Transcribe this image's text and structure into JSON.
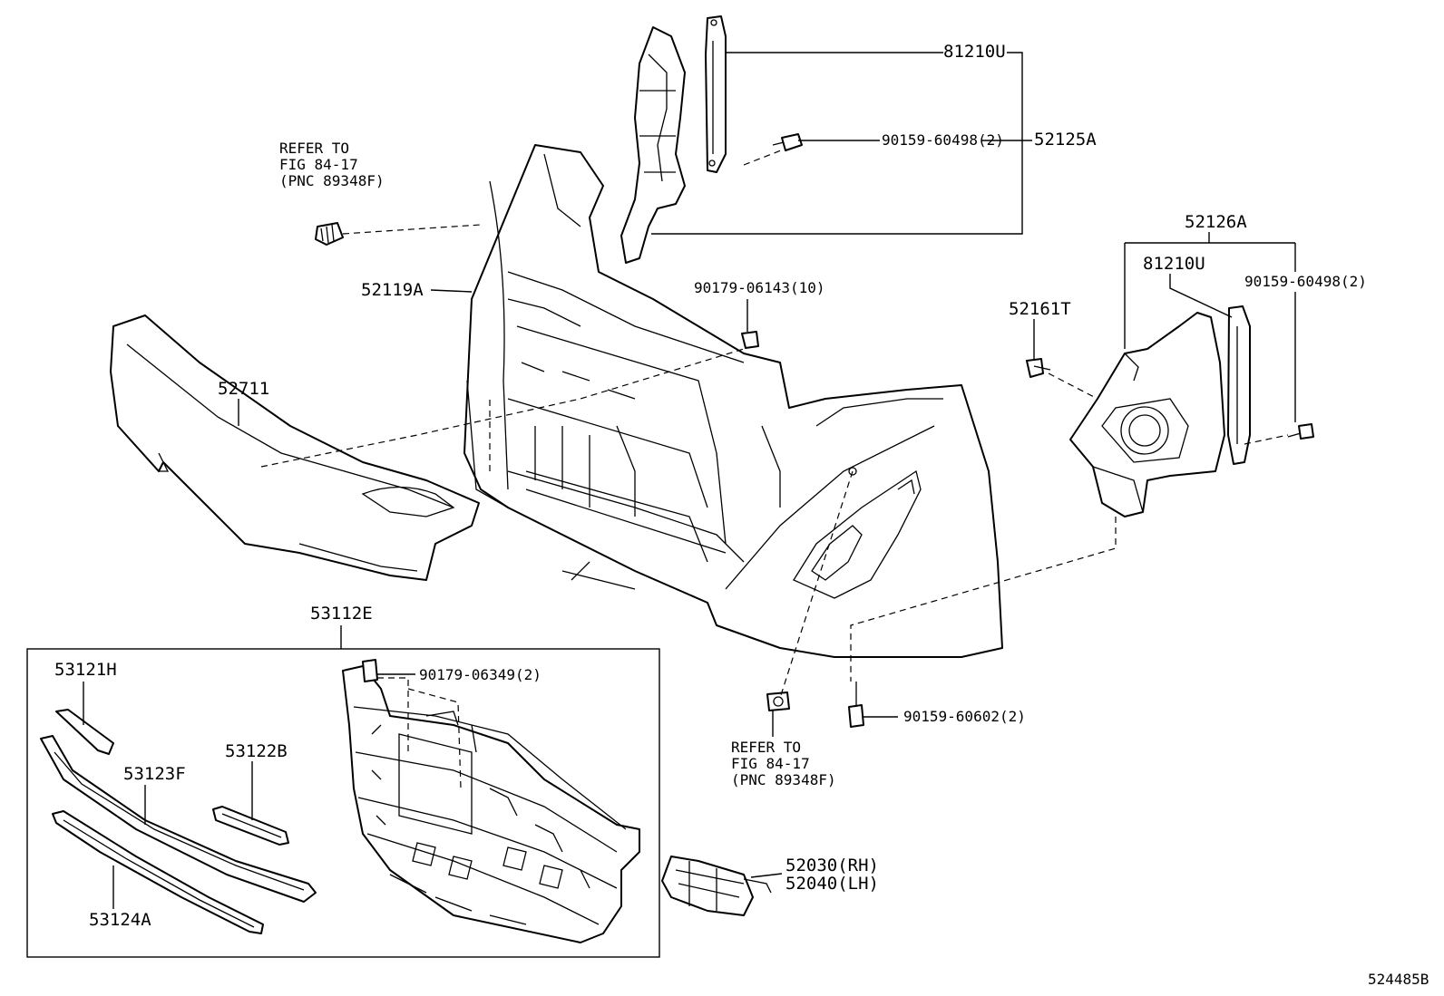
{
  "diagram_id": "524485B",
  "labels": {
    "p81210U_top": "81210U",
    "p90159_60498_top": "90159-60498(2)",
    "p52125A": "52125A",
    "p52119A": "52119A",
    "p90179_06143": "90179-06143(10)",
    "p52711": "52711",
    "p52126A": "52126A",
    "p81210U_right": "81210U",
    "p90159_60498_right": "90159-60498(2)",
    "p52161T": "52161T",
    "p53112E": "53112E",
    "p53121H": "53121H",
    "p90179_06349": "90179-06349(2)",
    "p53122B": "53122B",
    "p53123F": "53123F",
    "p53124A": "53124A",
    "p90159_60602": "90159-60602(2)",
    "p52030": "52030(RH)",
    "p52040": "52040(LH)"
  },
  "refer_top": {
    "line1": "REFER TO",
    "line2": "FIG 84-17",
    "line3": "(PNC 89348F)"
  },
  "refer_bottom": {
    "line1": "REFER TO",
    "line2": "FIG 84-17",
    "line3": "(PNC 89348F)"
  }
}
